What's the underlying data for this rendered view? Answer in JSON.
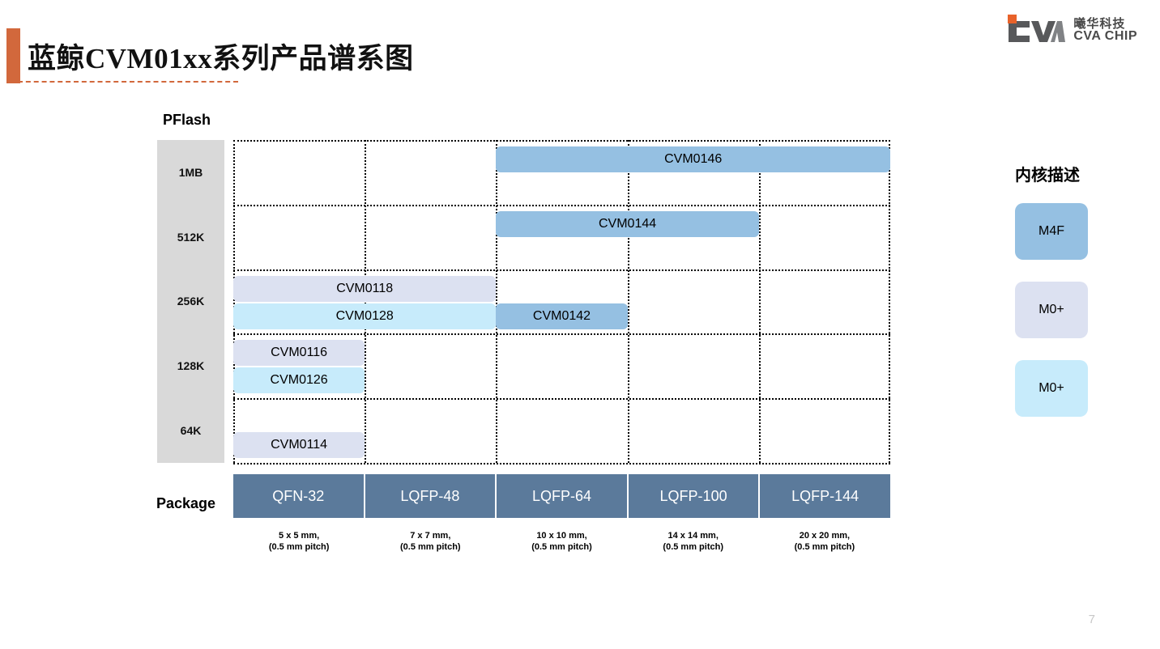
{
  "header": {
    "title": "蓝鲸CVM01xx系列产品谱系图",
    "accent_color": "#D2683C"
  },
  "logo": {
    "company_cn": "曦华科技",
    "company_en": "CVA CHIP",
    "mark_color": "#4A4A4A",
    "square_color": "#E8622A"
  },
  "axes": {
    "y_label": "PFlash",
    "x_label": "Package",
    "y_ticks": [
      "1MB",
      "512K",
      "256K",
      "128K",
      "64K"
    ],
    "scale_color": "#D9D9D9"
  },
  "packages": [
    {
      "name": "QFN-32",
      "dims_line1": "5 x 5 mm,",
      "dims_line2": "(0.5 mm pitch)"
    },
    {
      "name": "LQFP-48",
      "dims_line1": "7 x 7 mm,",
      "dims_line2": "(0.5 mm pitch)"
    },
    {
      "name": "LQFP-64",
      "dims_line1": "10 x 10 mm,",
      "dims_line2": "(0.5 mm pitch)"
    },
    {
      "name": "LQFP-100",
      "dims_line1": "14 x 14 mm,",
      "dims_line2": "(0.5 mm pitch)"
    },
    {
      "name": "LQFP-144",
      "dims_line1": "20 x 20 mm,",
      "dims_line2": "(0.5 mm pitch)"
    }
  ],
  "package_cell_color": "#5B7A9B",
  "products": [
    {
      "name": "CVM0146",
      "flash": "1MB",
      "col_start": 2,
      "col_end": 4,
      "row": 0,
      "sub": 0,
      "color": "#95C0E2",
      "core": "M4F"
    },
    {
      "name": "CVM0144",
      "flash": "512K",
      "col_start": 2,
      "col_end": 3,
      "row": 1,
      "sub": 0,
      "color": "#95C0E2",
      "core": "M4F"
    },
    {
      "name": "CVM0118",
      "flash": "256K",
      "col_start": 0,
      "col_end": 1,
      "row": 2,
      "sub": 0,
      "color": "#DCE1F1",
      "core": "M0+"
    },
    {
      "name": "CVM0128",
      "flash": "256K",
      "col_start": 0,
      "col_end": 1,
      "row": 2,
      "sub": 1,
      "color": "#C7EBFB",
      "core": "M0+"
    },
    {
      "name": "CVM0142",
      "flash": "256K",
      "col_start": 2,
      "col_end": 2,
      "row": 2,
      "sub": 1,
      "color": "#95C0E2",
      "core": "M4F"
    },
    {
      "name": "CVM0116",
      "flash": "128K",
      "col_start": 0,
      "col_end": 0,
      "row": 3,
      "sub": 0,
      "color": "#DCE1F1",
      "core": "M0+"
    },
    {
      "name": "CVM0126",
      "flash": "128K",
      "col_start": 0,
      "col_end": 0,
      "row": 3,
      "sub": 1,
      "color": "#C7EBFB",
      "core": "M0+"
    },
    {
      "name": "CVM0114",
      "flash": "64K",
      "col_start": 0,
      "col_end": 0,
      "row": 4,
      "sub": 1,
      "color": "#DCE1F1",
      "core": "M0+"
    }
  ],
  "legend": {
    "title": "内核描述",
    "items": [
      {
        "label": "M4F",
        "color": "#95C0E2"
      },
      {
        "label": "M0+",
        "color": "#DCE1F1"
      },
      {
        "label": "M0+",
        "color": "#C7EBFB"
      }
    ]
  },
  "footer": {
    "page_number": "7"
  },
  "chart_data": {
    "type": "table",
    "title": "蓝鲸CVM01xx系列产品谱系图",
    "xlabel": "Package",
    "ylabel": "PFlash",
    "x_categories": [
      "QFN-32",
      "LQFP-48",
      "LQFP-64",
      "LQFP-100",
      "LQFP-144"
    ],
    "y_categories": [
      "1MB",
      "512K",
      "256K",
      "128K",
      "64K"
    ],
    "grid": true,
    "legend_position": "right",
    "entries": [
      {
        "part": "CVM0146",
        "pflash": "1MB",
        "packages": [
          "LQFP-64",
          "LQFP-100",
          "LQFP-144"
        ],
        "core": "M4F"
      },
      {
        "part": "CVM0144",
        "pflash": "512K",
        "packages": [
          "LQFP-64",
          "LQFP-100"
        ],
        "core": "M4F"
      },
      {
        "part": "CVM0118",
        "pflash": "256K",
        "packages": [
          "QFN-32",
          "LQFP-48"
        ],
        "core": "M0+"
      },
      {
        "part": "CVM0128",
        "pflash": "256K",
        "packages": [
          "QFN-32",
          "LQFP-48"
        ],
        "core": "M0+"
      },
      {
        "part": "CVM0142",
        "pflash": "256K",
        "packages": [
          "LQFP-64"
        ],
        "core": "M4F"
      },
      {
        "part": "CVM0116",
        "pflash": "128K",
        "packages": [
          "QFN-32"
        ],
        "core": "M0+"
      },
      {
        "part": "CVM0126",
        "pflash": "128K",
        "packages": [
          "QFN-32"
        ],
        "core": "M0+"
      },
      {
        "part": "CVM0114",
        "pflash": "64K",
        "packages": [
          "QFN-32"
        ],
        "core": "M0+"
      }
    ]
  }
}
